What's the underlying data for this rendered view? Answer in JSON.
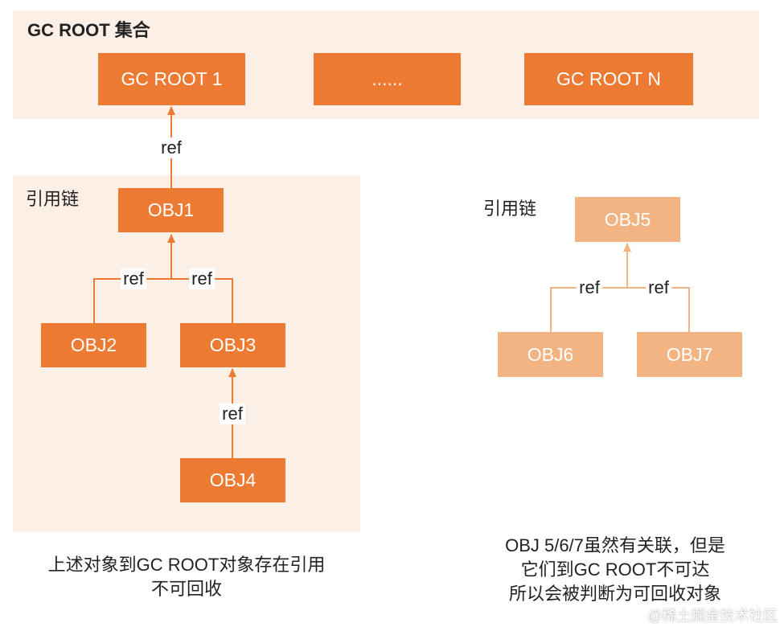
{
  "roots": {
    "title": "GC ROOT 集合",
    "items": [
      "GC ROOT 1",
      "......",
      "GC ROOT N"
    ]
  },
  "left": {
    "title": "引用链",
    "objects": [
      "OBJ1",
      "OBJ2",
      "OBJ3",
      "OBJ4"
    ],
    "note_lines": [
      "上述对象到GC ROOT对象存在引用",
      "不可回收"
    ]
  },
  "right": {
    "title": "引用链",
    "objects": [
      "OBJ5",
      "OBJ6",
      "OBJ7"
    ],
    "note_lines": [
      "OBJ 5/6/7虽然有关联，但是",
      "它们到GC ROOT不可达",
      "所以会被判断为可回收对象"
    ]
  },
  "edge_label": "ref",
  "watermark": "@稀土掘金技术社区",
  "colors": {
    "panel": "#fcefe6",
    "reachable": "#ec7a33",
    "unreachable": "#f2b483"
  }
}
